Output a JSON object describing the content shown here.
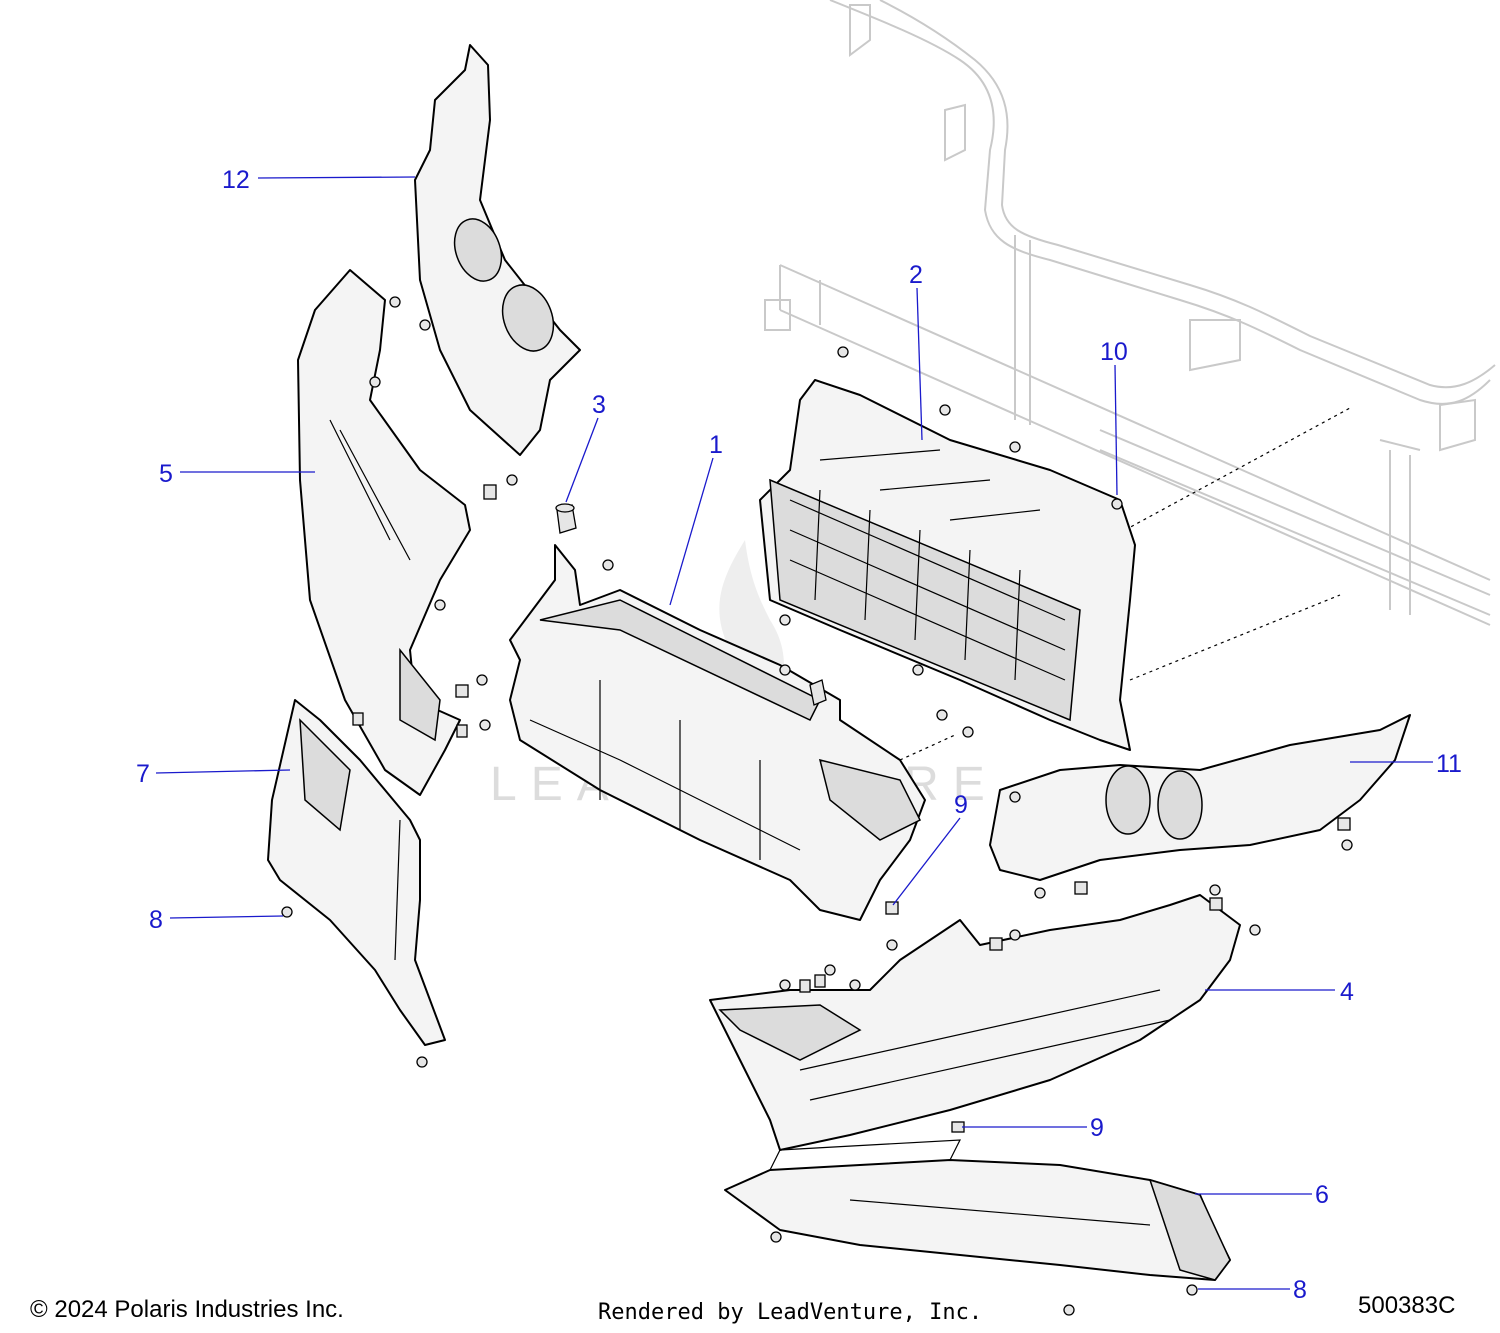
{
  "diagram": {
    "callouts": [
      {
        "id": "c1",
        "label": "1"
      },
      {
        "id": "c2",
        "label": "2"
      },
      {
        "id": "c3",
        "label": "3"
      },
      {
        "id": "c4",
        "label": "4"
      },
      {
        "id": "c5",
        "label": "5"
      },
      {
        "id": "c6",
        "label": "6"
      },
      {
        "id": "c7",
        "label": "7"
      },
      {
        "id": "c8a",
        "label": "8"
      },
      {
        "id": "c8b",
        "label": "8"
      },
      {
        "id": "c9a",
        "label": "9"
      },
      {
        "id": "c9b",
        "label": "9"
      },
      {
        "id": "c10",
        "label": "10"
      },
      {
        "id": "c11",
        "label": "11"
      },
      {
        "id": "c12",
        "label": "12"
      }
    ],
    "watermark": "LEADVENTURE"
  },
  "footer": {
    "copyright": "© 2024 Polaris Industries Inc.",
    "rendered_by": "Rendered by LeadVenture, Inc.",
    "diagram_id": "500383C"
  },
  "colors": {
    "callout": "#1a1acc",
    "outline": "#000000",
    "frame": "#c9c9c9"
  }
}
